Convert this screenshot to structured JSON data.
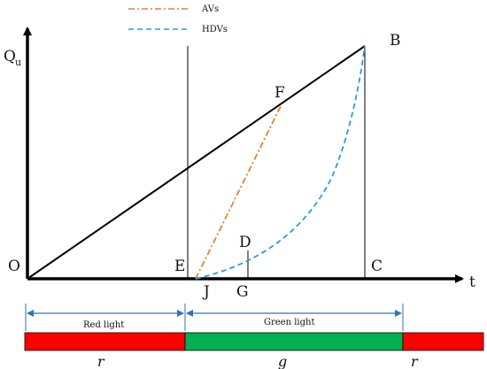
{
  "legend": [
    {
      "label": "AVs",
      "color": "#ed7d31",
      "style": "dash-dot"
    },
    {
      "label": "HDVs",
      "color": "#2e9bd6",
      "style": "dashed"
    }
  ],
  "axes": {
    "y_label": "Q",
    "y_label_sub": "u",
    "x_label": "t",
    "origin_label": "O"
  },
  "points": {
    "B": "B",
    "F": "F",
    "D": "D",
    "E": "E",
    "C": "C",
    "J": "J",
    "G": "G"
  },
  "timeline": {
    "red_light": "Red light",
    "green_light": "Green light",
    "r_label": "r",
    "g_label": "g",
    "r2_label": "r",
    "red_color": "#ff0000",
    "green_color": "#00b050",
    "arrow_color": "#2e75b6"
  }
}
